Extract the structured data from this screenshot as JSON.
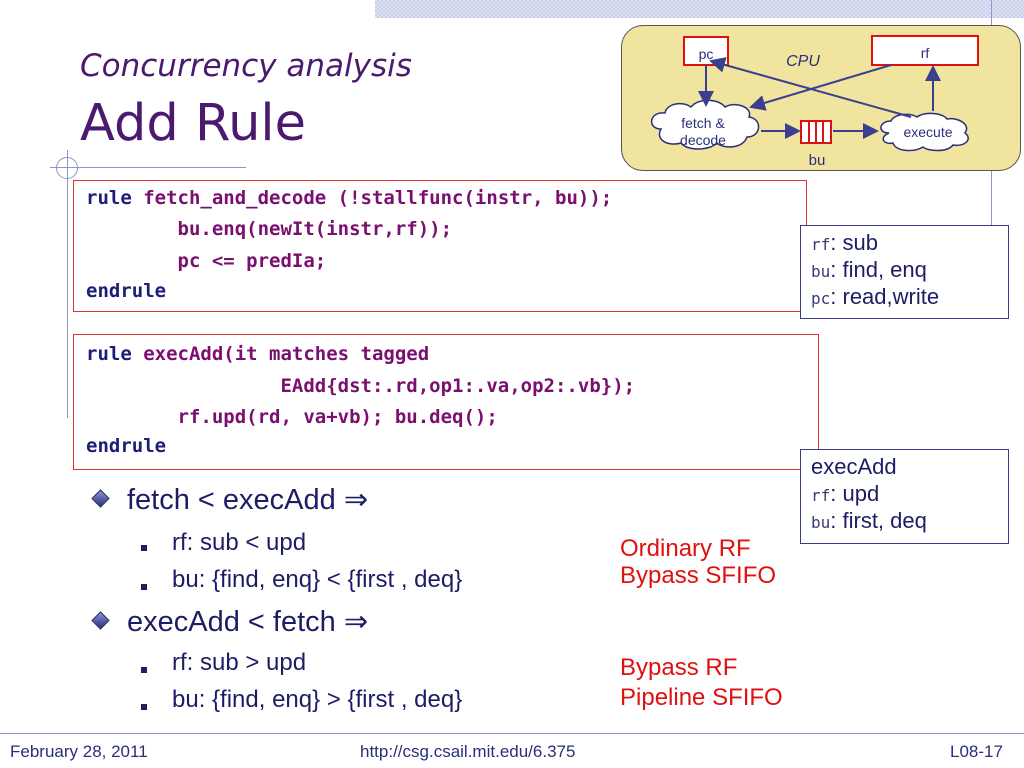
{
  "slide": {
    "subtitle": "Concurrency analysis",
    "title": "Add Rule"
  },
  "diagram": {
    "cpu_label": "CPU",
    "pc_label": "pc",
    "rf_label": "rf",
    "fetch_label_line1": "fetch &",
    "fetch_label_line2": "decode",
    "execute_label": "execute",
    "bu_label": "bu",
    "colors": {
      "box_fill": "#f0e49e",
      "register_border": "#e01010",
      "arrow": "#3a3f8f"
    }
  },
  "code1": {
    "lines": [
      {
        "kw": "rule",
        "rest": " fetch_and_decode (!stallfunc(instr, bu));"
      },
      {
        "kw": "",
        "rest": "        bu.enq(newIt(instr,rf));"
      },
      {
        "kw": "",
        "rest": "        pc <= predIa;"
      },
      {
        "kw": "endrule",
        "rest": ""
      }
    ]
  },
  "code2": {
    "lines": [
      {
        "kw": "rule",
        "rest": " execAdd(it matches tagged"
      },
      {
        "kw": "",
        "rest": "                 EAdd{dst:.rd,op1:.va,op2:.vb});"
      },
      {
        "kw": "",
        "rest": "        rf.upd(rd, va+vb); bu.deq();"
      },
      {
        "kw": "endrule",
        "rest": ""
      }
    ]
  },
  "info1": {
    "lines": [
      {
        "name": "rf",
        "text": ": sub"
      },
      {
        "name": "bu",
        "text": ": find, enq"
      },
      {
        "name": "pc",
        "text": ": read,write"
      }
    ]
  },
  "info2": {
    "title": "execAdd",
    "lines": [
      {
        "name": "rf",
        "text": ": upd"
      },
      {
        "name": "bu",
        "text": ": first, deq"
      }
    ]
  },
  "bullets": [
    {
      "text": "fetch < execAdd ⇒",
      "subs": [
        "rf: sub < upd",
        "bu: {find, enq} < {first , deq}"
      ],
      "notes": [
        "Ordinary RF",
        "Bypass SFIFO"
      ]
    },
    {
      "text": "execAdd < fetch ⇒",
      "subs": [
        "rf: sub > upd",
        "bu: {find, enq} > {first , deq}"
      ],
      "notes": [
        "Bypass RF",
        "Pipeline SFIFO"
      ]
    }
  ],
  "footer": {
    "date": "February 28, 2011",
    "url": "http://csg.csail.mit.edu/6.375",
    "page": "L08-17"
  }
}
